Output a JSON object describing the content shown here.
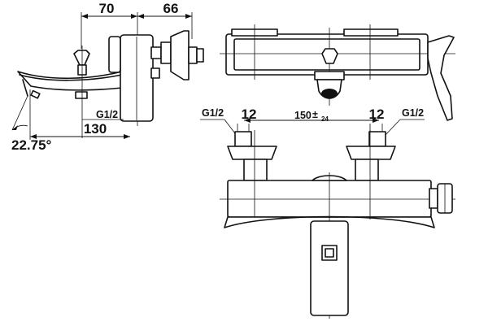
{
  "dimensions": {
    "depth_70": "70",
    "depth_66": "66",
    "spout_130": "130",
    "thread_left_side": "G1/2",
    "angle": "22.75°",
    "thread_front_left": "G1/2",
    "thread_front_right": "G1/2",
    "inlet_left_12": "12",
    "inlet_right_12": "12",
    "center_distance": "150",
    "center_tolerance_sign": "±",
    "center_tolerance": "24"
  }
}
